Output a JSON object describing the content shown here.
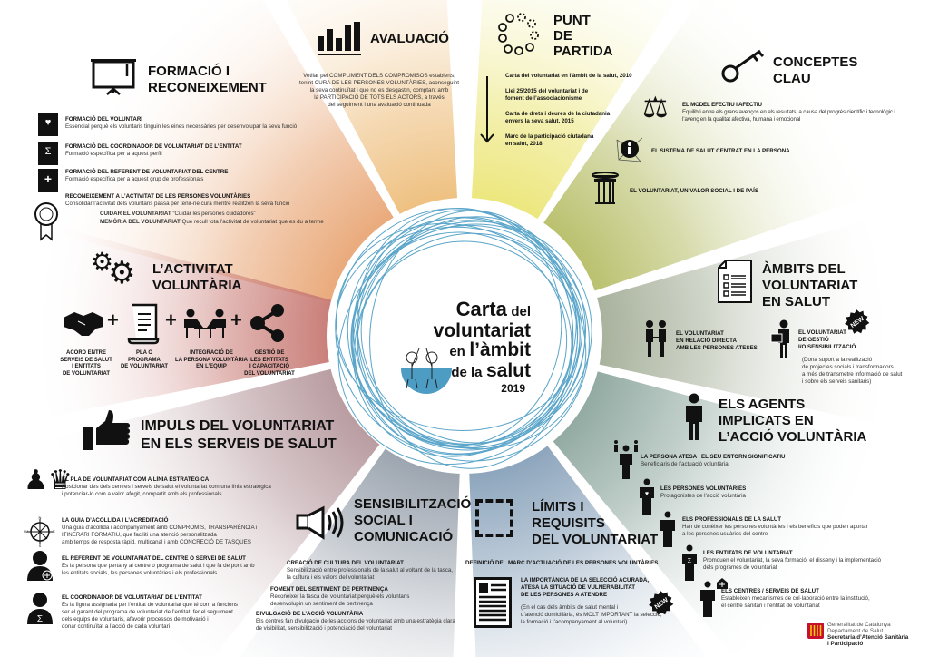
{
  "colors": {
    "formacio": "#e9a878",
    "avaluacio": "#eebf7e",
    "punt": "#ece67a",
    "conceptes": "#b8bf6a",
    "ambits": "#a6b09a",
    "agents": "#8fa8a0",
    "limits": "#8aa3bb",
    "sensibilitzacio": "#9aa3ae",
    "impuls": "#b79a9f",
    "activitat": "#c97c76",
    "rings": "#5aa5c9"
  },
  "center": {
    "line1a": "Carta",
    "line1b": "del",
    "line2": "voluntariat",
    "line3a": "en",
    "line3b": "l’àmbit",
    "line4a": "de la",
    "line4b": "salut",
    "year": "2019"
  },
  "formacio": {
    "title1": "FORMACIÓ I",
    "title2": "RECONEIXEMENT",
    "items": [
      {
        "t": "FORMACIÓ DEL VOLUNTARI",
        "d": "Essencial perquè els voluntaris tinguin les eines necessàries per desenvolupar la seva funció"
      },
      {
        "t": "FORMACIÓ DEL COORDINADOR DE VOLUNTARIAT DE L’ENTITAT",
        "d": "Formació específica per a aquest perfil"
      },
      {
        "t": "FORMACIÓ DEL REFERENT DE VOLUNTARIAT DEL CENTRE",
        "d": "Formació específica per a aquest grup de professionals"
      },
      {
        "t": "RECONEIXEMENT A L’ACTIVITAT DE LES PERSONES VOLUNTÀRIES",
        "d": "Consolidar l’activitat dels voluntaris passa per tenir-ne cura mentre realitzen la seva funció"
      }
    ],
    "sub1b": "CUIDAR EL VOLUNTARIAT",
    "sub1": "“Cuidar les persones cuidadores”",
    "sub2b": "MEMÒRIA DEL VOLUNTARIAT",
    "sub2": "Que recull tota l’activitat de voluntariat que es du a terme"
  },
  "avaluacio": {
    "title": "AVALUACIÓ",
    "text": [
      "Vetllar pel COMPLIMENT DELS COMPROMISOS establerts,",
      "tenint CURA DE LES PERSONES VOLUNTÀRIES, aconseguint",
      "la seva continuïtat i que no es desgastin, comptant amb",
      "la PARTICIPACIÓ DE TOTS ELS ACTORS, a través",
      "del seguiment i una avaluació continuada"
    ]
  },
  "punt": {
    "title": [
      "PUNT",
      "DE",
      "PARTIDA"
    ],
    "items": [
      [
        "Carta del voluntariat en l’àmbit de la salut, 2010"
      ],
      [
        "Llei 25/2015 del voluntariat i de",
        "foment de l’associacionisme"
      ],
      [
        "Carta de drets i deures de la ciutadania",
        "envers la seva salut, 2015"
      ],
      [
        "Marc de la participació ciutadana",
        "en salut, 2018"
      ]
    ]
  },
  "conceptes": {
    "title1": "CONCEPTES",
    "title2": "CLAU",
    "items": [
      {
        "t": "EL MODEL EFECTIU I AFECTIU",
        "d1": "Equilibri entre els grans avenços en els resultats, a causa del progrés científic i tecnològic i",
        "d2": "l’avenç en la qualitat afectiva, humana i emocional"
      },
      {
        "t": "EL SISTEMA DE SALUT CENTRAT EN LA PERSONA"
      },
      {
        "t": "EL VOLUNTARIAT, UN VALOR SOCIAL I DE PAÍS"
      }
    ]
  },
  "ambits": {
    "title": [
      "ÀMBITS DEL",
      "VOLUNTARIAT",
      "EN SALUT"
    ],
    "item1": [
      "EL VOLUNTARIAT",
      "EN RELACIÓ DIRECTA",
      "AMB LES PERSONES ATESES"
    ],
    "item2": [
      "EL VOLUNTARIAT",
      "DE GESTIÓ",
      "I/O SENSIBILITZACIÓ"
    ],
    "new": "NEW",
    "note": [
      "(Dona suport a la realització",
      "de projectes socials i transformadors",
      "a més de transmetre informació de salut",
      "i sobre els serveis sanitaris)"
    ]
  },
  "agents": {
    "title": [
      "ELS AGENTS",
      "IMPLICATS EN",
      "L’ACCIÓ VOLUNTÀRIA"
    ],
    "items": [
      {
        "t": "LA PERSONA ATESA I EL SEU ENTORN SIGNIFICATIU",
        "d": [
          "Beneficiaris de l’actuació voluntària"
        ]
      },
      {
        "t": "LES PERSONES VOLUNTÀRIES",
        "d": [
          "Protagonistes de l’acció voluntària"
        ]
      },
      {
        "t": "ELS PROFESSIONALS DE LA SALUT",
        "d": [
          "Han de conèixer les persones voluntàries i els beneficis que poden aportar",
          "a les persones usuàries del centre"
        ]
      },
      {
        "t": "LES ENTITATS DE VOLUNTARIAT",
        "d": [
          "Promouen el voluntariat, la seva formació, el disseny i la implementació",
          "dels programes de voluntariat"
        ]
      },
      {
        "t": "ELS CENTRES / SERVEIS DE SALUT",
        "d": [
          "Estableixen mecanismes de col·laboració entre la institució,",
          "el centre sanitari i l’entitat de voluntariat"
        ]
      }
    ]
  },
  "logo": {
    "l1": "Generalitat de Catalunya",
    "l2": "Departament de Salut",
    "l3": "Secretaria d’Atenció Sanitària",
    "l4": "i Participació"
  },
  "limits": {
    "title": [
      "LÍMITS I",
      "REQUISITS",
      "DEL VOLUNTARIAT"
    ],
    "def": "DEFINICIÓ DEL MARC D’ACTUACIÓ DE LES PERSONES VOLUNTÀRIES",
    "item": [
      "LA IMPORTÀNCIA DE LA SELECCIÓ ACURADA,",
      "ATESA LA SITUACIÓ DE VULNERABILITAT",
      "DE LES PERSONES A ATENDRE"
    ],
    "new": "NEW",
    "note": [
      "(En el cas dels àmbits de salut mental i",
      "d’atenció domiciliària, és MOLT IMPORTANT la selecció,",
      "la formació i l’acompanyament al voluntari)"
    ]
  },
  "sensibilitzacio": {
    "title": [
      "SENSIBILITZACIÓ",
      "SOCIAL I",
      "COMUNICACIÓ"
    ],
    "items": [
      {
        "t": "CREACIÓ DE CULTURA DEL VOLUNTARIAT",
        "d": [
          "Sensibilització entre professionals de la salut al voltant de la tasca,",
          "la cultura i els valors del voluntariat"
        ]
      },
      {
        "t": "FOMENT DEL SENTIMENT DE PERTINENÇA",
        "d": [
          "Reconèixer la tasca del voluntariat perquè els voluntaris",
          "desenvolupin un sentiment de pertinença"
        ]
      },
      {
        "t": "DIVULGACIÓ DE L’ACCIÓ VOLUNTÀRIA",
        "d": [
          "Els centres fan divulgació de les accions de voluntariat amb una estratègia clara",
          "de visibilitat, sensibilització i potenciació del voluntariat"
        ]
      }
    ]
  },
  "impuls": {
    "title": [
      "IMPULS DEL VOLUNTARIAT",
      "EN ELS SERVEIS DE SALUT"
    ],
    "items": [
      {
        "t": "EL PLA DE VOLUNTARIAT COM A LÍNIA ESTRATÈGICA",
        "d": [
          "Posicionar des dels centres i serveis de salut el voluntariat com una línia estratègica",
          "i potenciar-lo com a valor afegit, compartit amb els professionals"
        ]
      },
      {
        "t": "LA GUIA D’ACOLLIDA I L’ACREDITACIÓ",
        "d": [
          "Una guia d’acollida i acompanyament amb COMPROMÍS, TRANSPARÈNCIA i",
          "ITINERARI FORMATIU, que faciliti una atenció personalitzada",
          "amb temps de resposta ràpid, multicanal i amb CONCRECIÓ DE TASQUES"
        ]
      },
      {
        "t": "EL REFERENT DE VOLUNTARIAT DEL CENTRE O SERVEI DE SALUT",
        "d": [
          "És la persona que pertany al centre o programa de salut i que fa de pont amb",
          "les entitats socials, les persones voluntàries i els professionals"
        ]
      },
      {
        "t": "EL COORDINADOR DE VOLUNTARIAT DE L’ENTITAT",
        "d": [
          "És la figura assignada per l’entitat de voluntariat que té com a funcions",
          "ser el garant del programa de voluntariat de l’entitat, fer el seguiment",
          "dels equips de voluntaris, afavorir processos de motivació i",
          "donar continuïtat a l’acció de cada voluntari"
        ]
      }
    ],
    "compass": [
      "N",
      "W",
      "E",
      "S"
    ]
  },
  "activitat": {
    "title1": "L’ACTIVITAT",
    "title2": "VOLUNTÀRIA",
    "plus": "+",
    "items": [
      [
        "ACORD ENTRE",
        "SERVEIS DE SALUT",
        "I ENTITATS",
        "DE VOLUNTARIAT"
      ],
      [
        "PLA O",
        "PROGRAMA",
        "DE VOLUNTARIAT"
      ],
      [
        "INTEGRACIÓ DE",
        "LA PERSONA VOLUNTÀRIA",
        "EN L’EQUIP"
      ],
      [
        "GESTIÓ DE",
        "LES ENTITATS",
        "I CAPACITACIÓ",
        "DEL VOLUNTARIAT"
      ]
    ]
  }
}
